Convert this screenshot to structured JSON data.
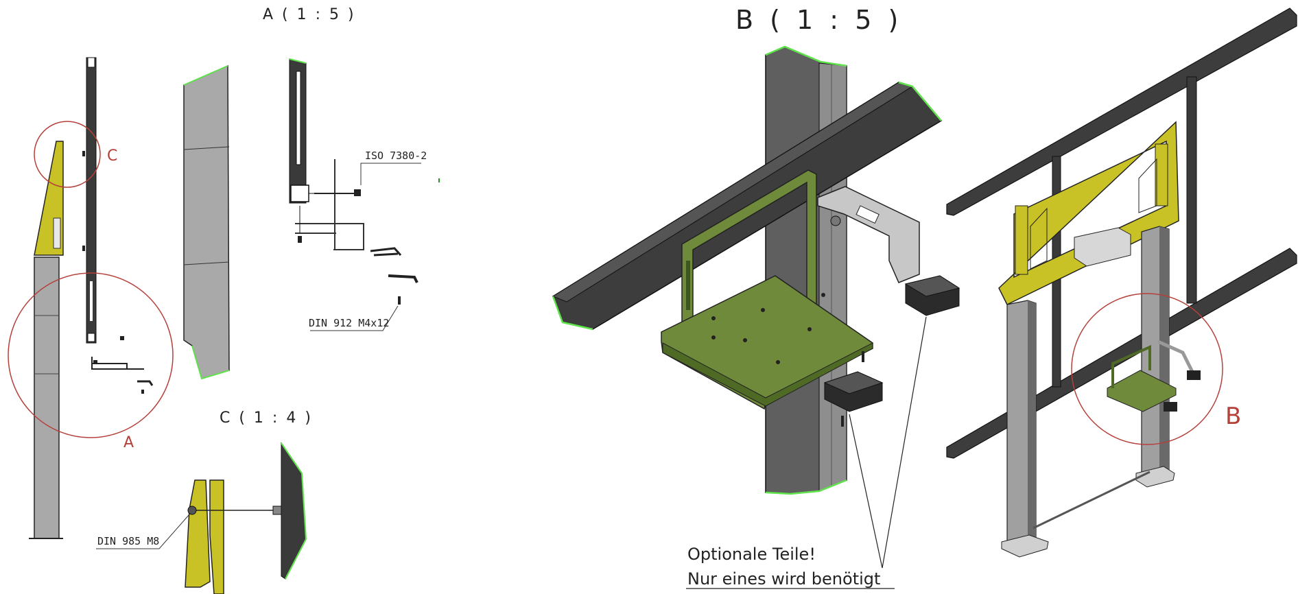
{
  "views": {
    "a_title": "A ( 1 : 5 )",
    "b_title": "B ( 1 : 5 )",
    "c_title": "C ( 1 : 4 )"
  },
  "detail_markers": {
    "c": "C",
    "a": "A",
    "b": "B"
  },
  "callouts": {
    "iso": "ISO 7380-2",
    "din912": "DIN 912 M4x12",
    "din985": "DIN 985 M8"
  },
  "note": {
    "line1": "Optionale Teile!",
    "line2": "Nur eines wird benötigt"
  },
  "colors": {
    "yellow_part": "#c9c227",
    "green_plate": "#6f8a3b",
    "dark_steel": "#3a3a3a",
    "grey_steel": "#9a9a9a",
    "detail_circle": "#b5403a",
    "cut_edge": "#5fe34b"
  }
}
